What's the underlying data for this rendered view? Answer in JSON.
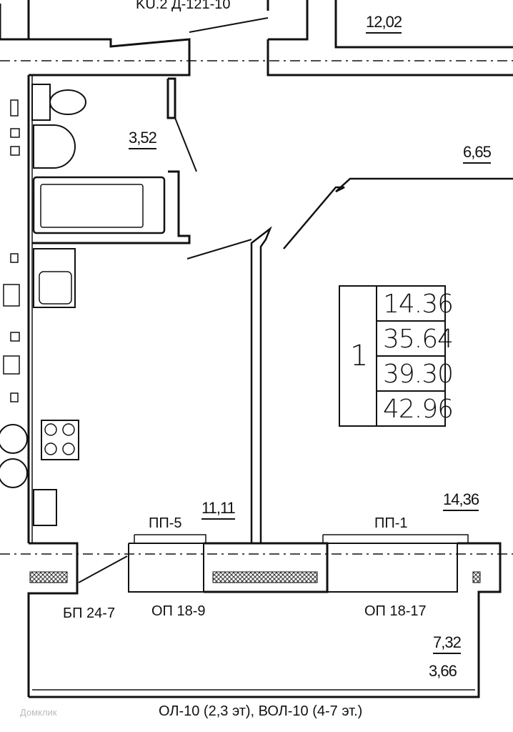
{
  "plan": {
    "top_fragment": "KU.2 Д-121-10",
    "rooms": {
      "top_right": "12,02",
      "bathroom": "3,52",
      "hall": "6,65",
      "living": "14,36",
      "kitchen": "11,11",
      "loggia_area": "7,32",
      "loggia_reduced": "3,66"
    },
    "summary": {
      "rooms_count": "1",
      "values": [
        "14.36",
        "35.64",
        "39.30",
        "42.96"
      ]
    },
    "elements": {
      "window_left": "ПП-5",
      "window_right": "ПП-1",
      "balcony_slab": "БП 24-7",
      "support_left": "ОП 18-9",
      "support_right": "ОП 18-17"
    },
    "footer": "ОЛ-10 (2,3 эт), ВОЛ-10 (4-7 эт.)",
    "watermark": "Домклик"
  },
  "colors": {
    "line": "#111111",
    "hatch": "#333333",
    "background": "#ffffff"
  }
}
